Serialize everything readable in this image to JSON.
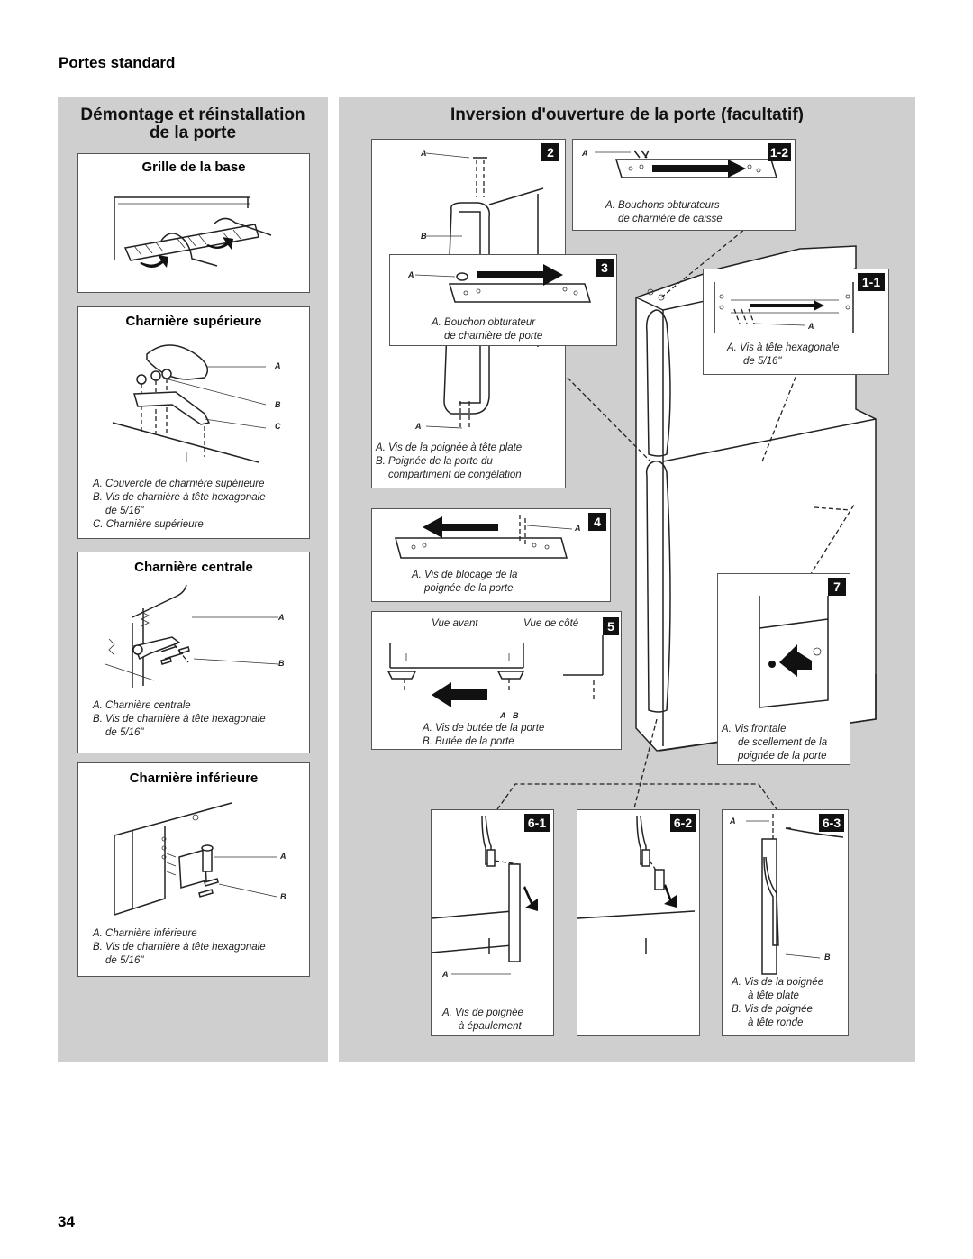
{
  "header": {
    "section_title": "Portes standard"
  },
  "left": {
    "title_line1": "Démontage et réinstallation",
    "title_line2": "de la porte",
    "grille": {
      "title": "Grille de la base"
    },
    "top_hinge": {
      "title": "Charnière supérieure",
      "labels": [
        "A",
        "B",
        "C"
      ],
      "captions": [
        "A. Couvercle de charnière supérieure",
        "B. Vis de charnière à tête hexagonale",
        "de 5/16\"",
        "C. Charnière supérieure"
      ]
    },
    "center_hinge": {
      "title": "Charnière centrale",
      "labels": [
        "A",
        "B"
      ],
      "captions": [
        "A. Charnière centrale",
        "B. Vis de charnière à tête hexagonale",
        "de 5/16\""
      ]
    },
    "bottom_hinge": {
      "title": "Charnière inférieure",
      "labels": [
        "A",
        "B"
      ],
      "captions": [
        "A. Charnière inférieure",
        "B. Vis de charnière à tête hexagonale",
        "de 5/16\""
      ]
    }
  },
  "right": {
    "title": "Inversion d'ouverture de la porte (facultatif)",
    "step2": {
      "badge": "2",
      "labels": [
        "A",
        "B",
        "A"
      ],
      "captions": [
        "A. Vis de la poignée à tête plate",
        "B. Poignée de la porte du",
        "compartiment de congélation"
      ]
    },
    "step1_2": {
      "badge": "1-2",
      "labels": [
        "A"
      ],
      "captions": [
        "A. Bouchons obturateurs",
        "de charnière de caisse"
      ]
    },
    "step3": {
      "badge": "3",
      "labels": [
        "A"
      ],
      "captions": [
        "A. Bouchon obturateur",
        "de charnière de porte"
      ]
    },
    "step1_1": {
      "badge": "1-1",
      "labels": [
        "A"
      ],
      "captions": [
        "A. Vis à tête hexagonale",
        "de 5/16\""
      ]
    },
    "step4": {
      "badge": "4",
      "labels": [
        "A"
      ],
      "captions": [
        "A. Vis de blocage de la",
        "poignée de la porte"
      ]
    },
    "step5": {
      "badge": "5",
      "view_front": "Vue avant",
      "view_side": "Vue de côté",
      "labels": [
        "A",
        "B"
      ],
      "captions": [
        "A. Vis de butée de la porte",
        "B. Butée de la porte"
      ]
    },
    "step7": {
      "badge": "7",
      "captions": [
        "A. Vis frontale",
        "de scellement de la",
        "poignée de la porte"
      ]
    },
    "step6_1": {
      "badge": "6-1",
      "labels": [
        "A"
      ],
      "captions": [
        "A. Vis de poignée",
        "à épaulement"
      ]
    },
    "step6_2": {
      "badge": "6-2"
    },
    "step6_3": {
      "badge": "6-3",
      "labels": [
        "A",
        "B"
      ],
      "captions": [
        "A. Vis de la poignée",
        "à tête plate",
        "B. Vis de poignée",
        "à tête ronde"
      ]
    }
  },
  "footer": {
    "page_number": "34"
  }
}
